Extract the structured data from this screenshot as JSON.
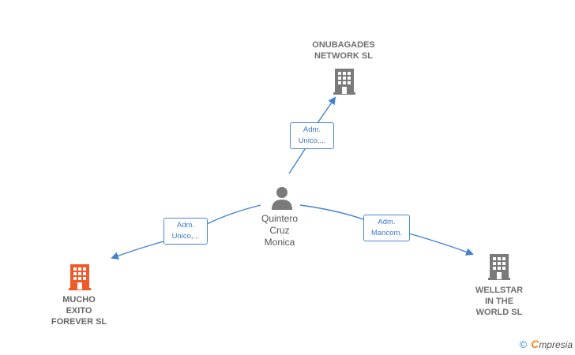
{
  "nodes": {
    "onubagades": {
      "label": "ONUBAGADES\nNETWORK SL"
    },
    "person": {
      "label": "Quintero\nCruz\nMonica"
    },
    "mucho": {
      "label": "MUCHO\nEXITO\nFOREVER  SL"
    },
    "wellstar": {
      "label": "WELLSTAR\nIN THE\nWORLD  SL"
    }
  },
  "edges": {
    "to_onubagades": {
      "label": "Adm.\nUnico,..."
    },
    "to_mucho": {
      "label": "Adm.\nUnico,..."
    },
    "to_wellstar": {
      "label": "Adm.\nMancom."
    }
  },
  "colors": {
    "edge": "#3f82d4",
    "building_gray": "#7a7a7a",
    "building_orange": "#f05a28",
    "person": "#7a7a7a"
  },
  "icons": {
    "company": "building-icon",
    "person": "person-icon"
  },
  "brand": {
    "copyright": "©",
    "initial": "C",
    "name": "mpresia"
  }
}
